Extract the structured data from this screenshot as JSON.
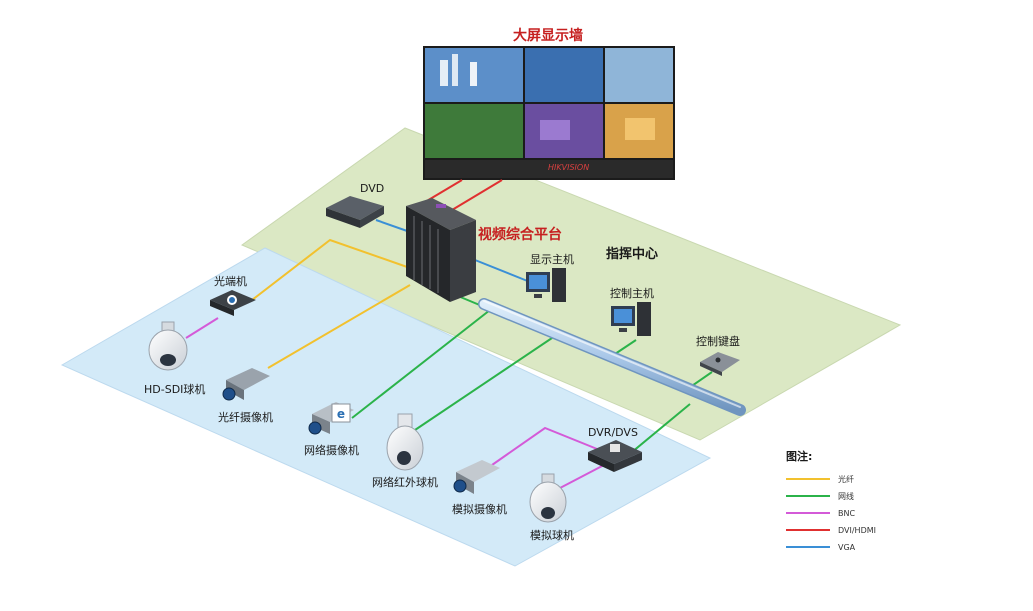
{
  "title": "大屏显示墙",
  "zones": {
    "command_center": "指挥中心"
  },
  "nodes": {
    "platform": "视频综合平台",
    "dvd": "DVD",
    "display_host": "显示主机",
    "control_host": "控制主机",
    "control_keyboard": "控制键盘",
    "optical_terminal": "光端机",
    "hdsdi_dome": "HD-SDI球机",
    "fiber_camera": "光纤摄像机",
    "network_camera": "网络摄像机",
    "ir_dome": "网络红外球机",
    "analog_camera": "模拟摄像机",
    "analog_dome": "模拟球机",
    "dvr": "DVR/DVS"
  },
  "brand": "HIKVISION",
  "legend": {
    "title": "图注:",
    "items": [
      {
        "label": "光纤",
        "color": "#f2c12e"
      },
      {
        "label": "网线",
        "color": "#2bb34a"
      },
      {
        "label": "BNC",
        "color": "#d45ad8"
      },
      {
        "label": "DVI/HDMI",
        "color": "#e03030"
      },
      {
        "label": "VGA",
        "color": "#3a8fd6"
      }
    ]
  },
  "colors": {
    "command_zone": "#dbe8c4",
    "field_zone": "#d3eaf8",
    "backbone": "#a9c7e8"
  }
}
